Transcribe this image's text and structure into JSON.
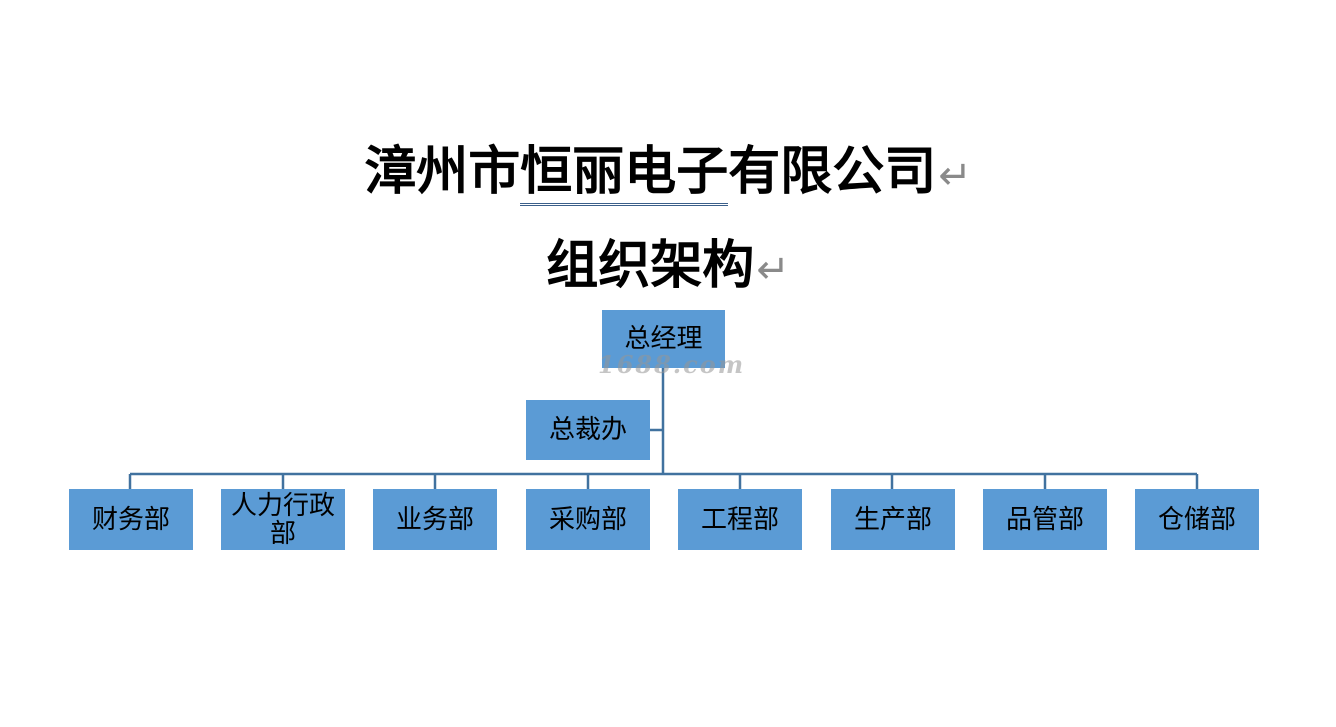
{
  "document": {
    "title_prefix": "漳州市",
    "title_underlined": "恒丽电子",
    "title_suffix": "有限公司",
    "subtitle": "组织架构",
    "paragraph_mark": "↵"
  },
  "chart": {
    "root": "总经理",
    "assistant": "总裁办",
    "departments": [
      "财务部",
      "人力行政部",
      "业务部",
      "采购部",
      "工程部",
      "生产部",
      "品管部",
      "仓储部"
    ],
    "colors": {
      "box": "#5b9bd5",
      "line": "#41729f"
    }
  },
  "watermark": {
    "text": "1688.com"
  }
}
